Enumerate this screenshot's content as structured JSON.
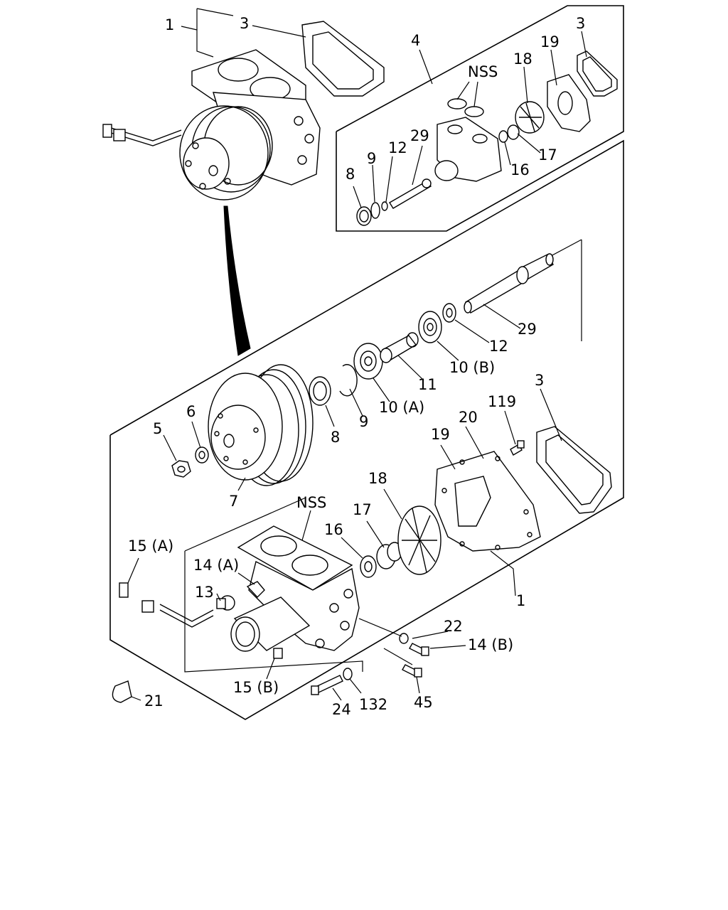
{
  "labels": {
    "l1_top": "1",
    "l3_top": "3",
    "l4": "4",
    "l3_inset": "3",
    "nss_inset": "NSS",
    "l18_inset": "18",
    "l19_inset": "19",
    "l29_inset": "29",
    "l12_inset": "12",
    "l9_inset": "9",
    "l8_inset": "8",
    "l17_inset": "17",
    "l16_inset": "16",
    "l29": "29",
    "l12": "12",
    "l10b": "10 (B)",
    "l11": "11",
    "l10a": "10 (A)",
    "l9": "9",
    "l8": "8",
    "l7": "7",
    "l6": "6",
    "l5": "5",
    "l3": "3",
    "l119": "119",
    "l20": "20",
    "l19": "19",
    "l18": "18",
    "l17": "17",
    "l16": "16",
    "nss": "NSS",
    "l15a": "15 (A)",
    "l14a": "14 (A)",
    "l13": "13",
    "l1": "1",
    "l22": "22",
    "l14b": "14 (B)",
    "l15b": "15 (B)",
    "l21": "21",
    "l24": "24",
    "l132": "132",
    "l45": "45"
  }
}
